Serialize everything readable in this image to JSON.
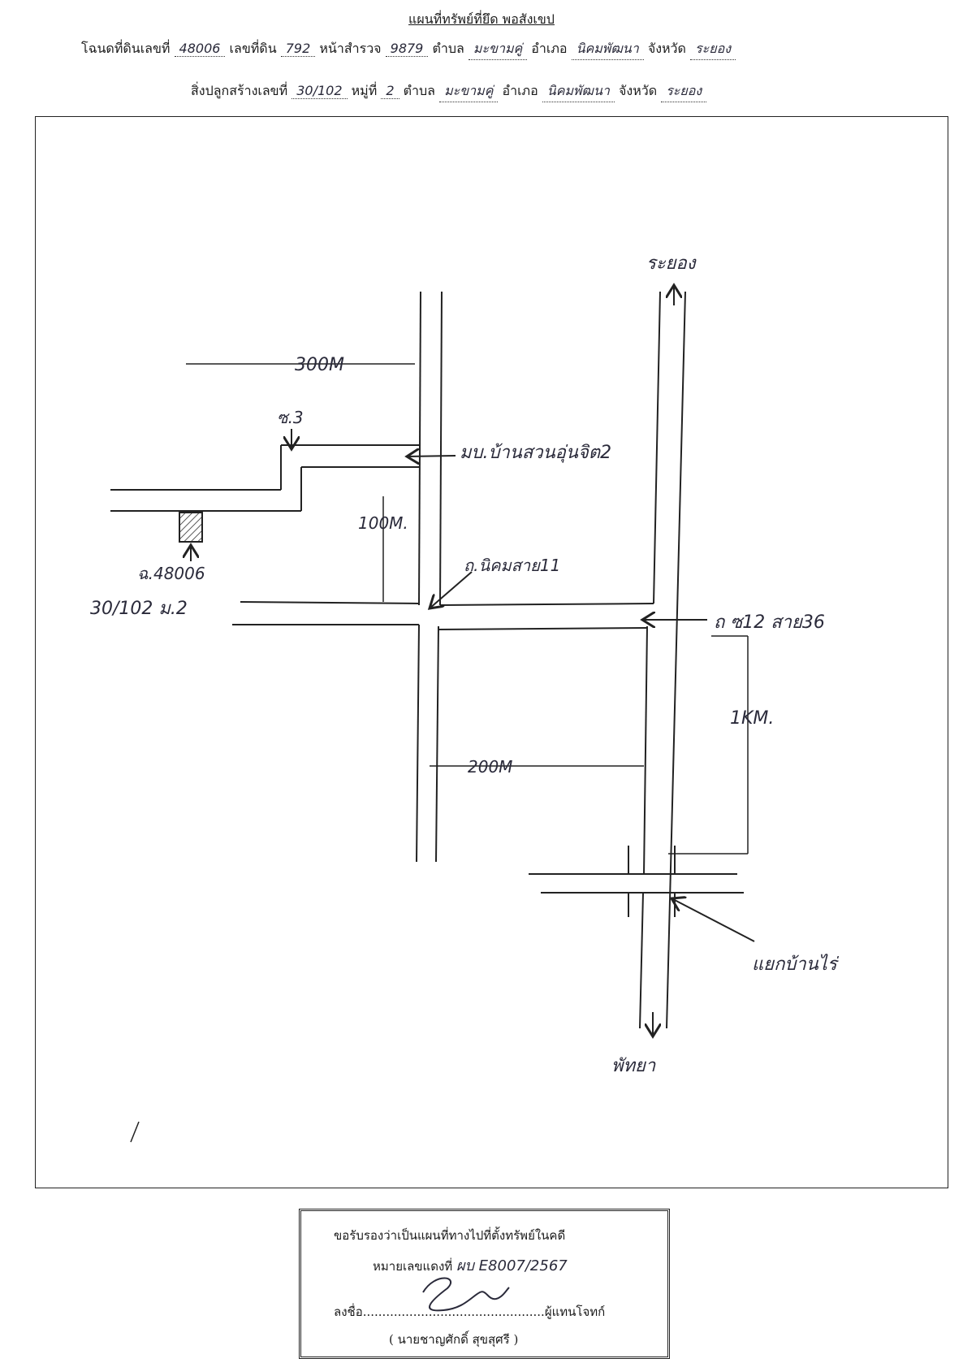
{
  "title": "แผนที่ทรัพย์ที่ยึด พอสังเขป",
  "header": {
    "line1": {
      "deed_label": "โฉนดที่ดินเลขที่",
      "deed_no": "48006",
      "land_no_label": "เลขที่ดิน",
      "land_no": "792",
      "survey_label": "หน้าสำรวจ",
      "survey_no": "9879",
      "subdistrict_label": "ตำบล",
      "subdistrict": "มะขามคู่",
      "district_label": "อำเภอ",
      "district": "นิคมพัฒนา",
      "province_label": "จังหวัด",
      "province": "ระยอง"
    },
    "line2": {
      "building_label": "สิ่งปลูกสร้างเลขที่",
      "building_no": "30/102",
      "moo_label": "หมู่ที่",
      "moo": "2",
      "subdistrict_label": "ตำบล",
      "subdistrict": "มะขามคู่",
      "district_label": "อำเภอ",
      "district": "นิคมพัฒนา",
      "province_label": "จังหวัด",
      "province": "ระยอง"
    }
  },
  "map": {
    "to_rayong": "ระยอง",
    "to_pattaya": "พัทยา",
    "dist_300m": "300M",
    "soi3": "ซ.3",
    "village": "มบ.บ้านสวนอุ่นจิต2",
    "dist_100m": "100M.",
    "road_soi11": "ถ.นิคมสาย11",
    "deed_marker": "ฉ.48006",
    "house_marker": "30/102 ม.2",
    "road_36": "ถ ซ12 สาย36",
    "dist_1km": "1KM.",
    "dist_200m": "200M",
    "junction": "แยกบ้านไร่"
  },
  "certificate": {
    "line1": "ขอรับรองว่าเป็นแผนที่ทางไปที่ตั้งทรัพย์ในคดี",
    "case_label": "หมายเลขแดงที่",
    "case_no": "ผบ E8007/2567",
    "sign_label": "ลงชื่อ",
    "sign_dots": "...............................................",
    "role": "ผู้แทนโจทก์",
    "name": "( นายชาญศักดิ์ สุขสุศรี )"
  }
}
